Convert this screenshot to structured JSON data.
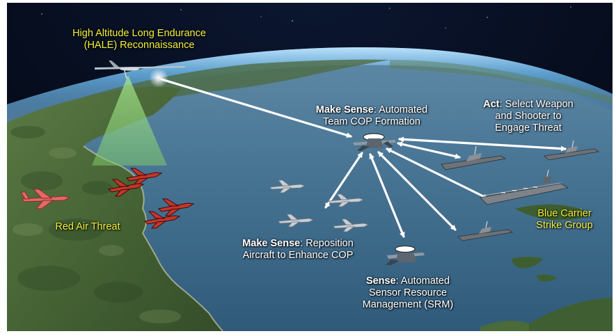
{
  "labels": {
    "hale": {
      "line1": "High Altitude Long Endurance",
      "line2": "(HALE) Reconnaissance"
    },
    "red_air": "Red Air Threat",
    "make_sense_top": {
      "bold": "Make Sense",
      "rest": ": Automated",
      "line2": "Team COP Formation"
    },
    "act": {
      "bold": "Act",
      "rest": ": Select Weapon",
      "line2": "and Shooter to",
      "line3": "Engage Threat"
    },
    "blue_carrier": {
      "line1": "Blue Carrier",
      "line2": "Strike Group"
    },
    "make_sense_left": {
      "bold": "Make Sense",
      "rest": ": Reposition",
      "line2": "Aircraft to Enhance COP"
    },
    "sense": {
      "bold": "Sense",
      "rest": ": Automated",
      "line2": "Sensor Resource",
      "line3": "Management (SRM)"
    }
  },
  "colors": {
    "label_yellow": "#f4f03c",
    "label_white": "#ffffff",
    "ocean": "#3f6d8e",
    "land": "#4c6a3a",
    "threat_red": "#d8302a",
    "sensor_cone": "#7cc66a"
  },
  "icons": {
    "hale": "glider-aircraft-icon",
    "awacs": "early-warning-aircraft-icon",
    "fighter": "fighter-jet-icon",
    "ship": "warship-icon",
    "carrier": "aircraft-carrier-icon"
  }
}
